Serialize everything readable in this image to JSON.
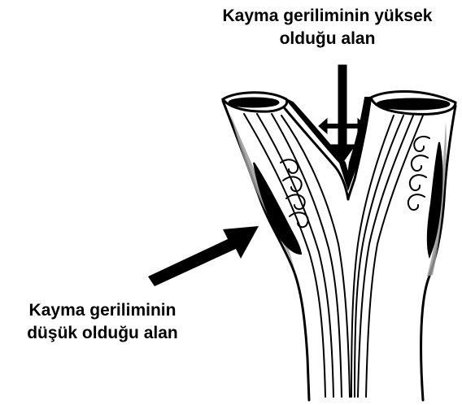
{
  "labels": {
    "high_shear": {
      "line1": "Kayma geriliminin yüksek",
      "line2": "olduğu alan"
    },
    "low_shear": {
      "line1": "Kayma geriliminin",
      "line2": "düşük olduğu alan"
    }
  },
  "colors": {
    "ink": "#000000",
    "plaque_fill": "#111111",
    "vessel_shade": "#9a9a9a",
    "background": "#ffffff"
  }
}
